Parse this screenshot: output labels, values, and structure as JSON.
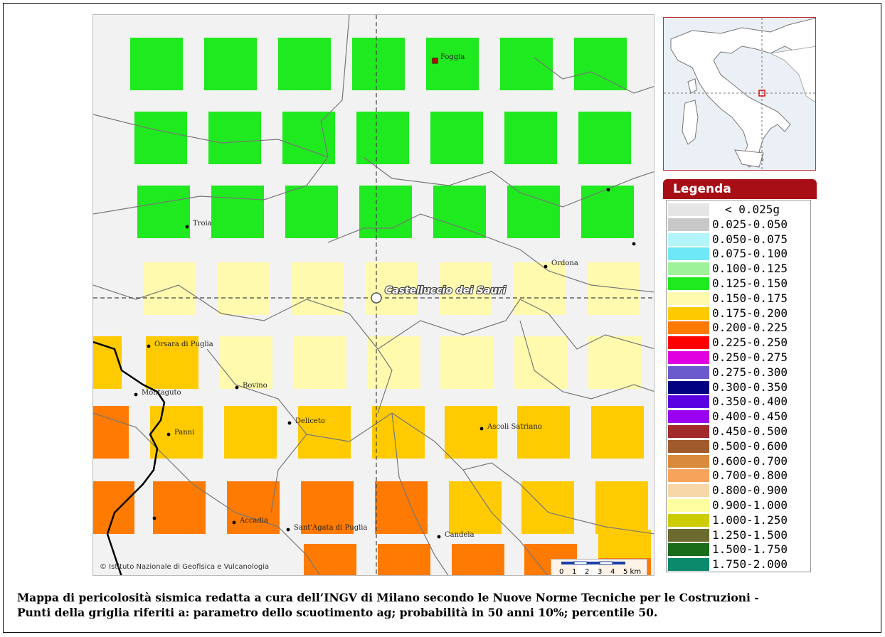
{
  "map": {
    "center_label": "Castelluccio dei Sauri",
    "copyright": "© Istituto Nazionale di Geofisica e Vulcanologia",
    "scale_ticks": [
      "0",
      "1",
      "2",
      "3",
      "4",
      "5 km"
    ],
    "towns": [
      {
        "name": "Foggia",
        "type": "square"
      },
      {
        "name": "Troia",
        "type": "dot"
      },
      {
        "name": "Ordona",
        "type": "dot"
      },
      {
        "name": "Orsara di Puglia",
        "type": "dot"
      },
      {
        "name": "Bovino",
        "type": "dot"
      },
      {
        "name": "Montaguto",
        "type": "dot"
      },
      {
        "name": "Deliceto",
        "type": "dot"
      },
      {
        "name": "Ascoli Satriano",
        "type": "dot"
      },
      {
        "name": "Panni",
        "type": "dot"
      },
      {
        "name": "Accadia",
        "type": "dot"
      },
      {
        "name": "Sant'Agata di Puglia",
        "type": "dot"
      },
      {
        "name": "Candela",
        "type": "dot"
      }
    ],
    "grid_rows": [
      [
        "0.125-0.150",
        "0.125-0.150",
        "0.125-0.150",
        "0.125-0.150",
        "0.125-0.150",
        "0.125-0.150",
        "0.125-0.150"
      ],
      [
        "0.125-0.150",
        "0.125-0.150",
        "0.125-0.150",
        "0.125-0.150",
        "0.125-0.150",
        "0.125-0.150",
        "0.125-0.150"
      ],
      [
        "0.125-0.150",
        "0.125-0.150",
        "0.125-0.150",
        "0.125-0.150",
        "0.125-0.150",
        "0.125-0.150",
        "0.125-0.150"
      ],
      [
        "0.150-0.175",
        "0.150-0.175",
        "0.150-0.175",
        "0.150-0.175",
        "0.150-0.175",
        "0.150-0.175",
        "0.150-0.175"
      ],
      [
        "0.175-0.200",
        "0.175-0.200",
        "0.150-0.175",
        "0.150-0.175",
        "0.150-0.175",
        "0.150-0.175",
        "0.150-0.175",
        "0.150-0.175"
      ],
      [
        "0.200-0.225",
        "0.175-0.200",
        "0.175-0.200",
        "0.175-0.200",
        "0.175-0.200",
        "0.175-0.200",
        "0.175-0.200",
        "0.175-0.200"
      ],
      [
        "0.200-0.225",
        "0.200-0.225",
        "0.200-0.225",
        "0.200-0.225",
        "0.200-0.225",
        "0.175-0.200",
        "0.175-0.200",
        "0.175-0.200"
      ],
      [
        "0.200-0.225",
        "0.200-0.225",
        "0.200-0.225",
        "0.200-0.225",
        "0.200-0.225",
        "0.175-0.200"
      ]
    ]
  },
  "legend": {
    "title": "Legenda",
    "classes": [
      {
        "label": "< 0.025g",
        "color": "#e6e6e6"
      },
      {
        "label": "0.025-0.050",
        "color": "#c8c8c8"
      },
      {
        "label": "0.050-0.075",
        "color": "#b4f4fb"
      },
      {
        "label": "0.075-0.100",
        "color": "#6ee8f7"
      },
      {
        "label": "0.100-0.125",
        "color": "#9ef39a"
      },
      {
        "label": "0.125-0.150",
        "color": "#1fe91f"
      },
      {
        "label": "0.150-0.175",
        "color": "#fffaae"
      },
      {
        "label": "0.175-0.200",
        "color": "#ffcb00"
      },
      {
        "label": "0.200-0.225",
        "color": "#ff7a00"
      },
      {
        "label": "0.225-0.250",
        "color": "#ff0000"
      },
      {
        "label": "0.250-0.275",
        "color": "#e000e0"
      },
      {
        "label": "0.275-0.300",
        "color": "#6a5acd"
      },
      {
        "label": "0.300-0.350",
        "color": "#000080"
      },
      {
        "label": "0.350-0.400",
        "color": "#5a00e0"
      },
      {
        "label": "0.400-0.450",
        "color": "#9a00f0"
      },
      {
        "label": "0.450-0.500",
        "color": "#a32a2a"
      },
      {
        "label": "0.500-0.600",
        "color": "#a05a2c"
      },
      {
        "label": "0.600-0.700",
        "color": "#d98a3a"
      },
      {
        "label": "0.700-0.800",
        "color": "#f7a35c"
      },
      {
        "label": "0.800-0.900",
        "color": "#f7d7a8"
      },
      {
        "label": "0.900-1.000",
        "color": "#ffffa0"
      },
      {
        "label": "1.000-1.250",
        "color": "#cccc00"
      },
      {
        "label": "1.250-1.500",
        "color": "#6b6b2f"
      },
      {
        "label": "1.500-1.750",
        "color": "#1a6b1a"
      },
      {
        "label": "1.750-2.000",
        "color": "#0b8a6b"
      }
    ]
  },
  "caption": {
    "line1": "Mappa di pericolosità sismica redatta a cura dell’INGV di Milano secondo le Nuove Norme Tecniche per le Costruzioni -",
    "line2": "Punti della griglia riferiti a: parametro dello scuotimento ag; probabilità in 50 anni 10%; percentile 50."
  }
}
